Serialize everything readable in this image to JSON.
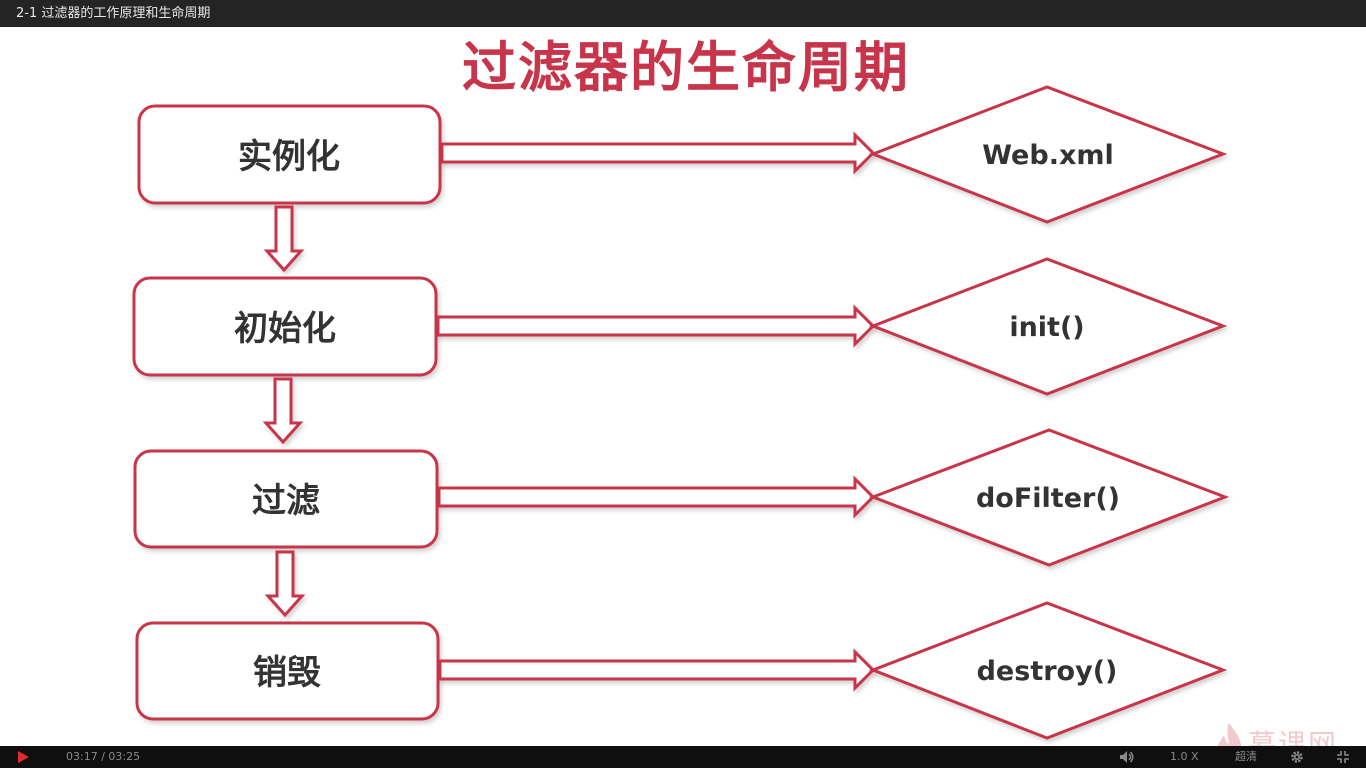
{
  "window": {
    "title": "2-1 过滤器的工作原理和生命周期"
  },
  "slide": {
    "title": "过滤器的生命周期",
    "stages": [
      {
        "label": "实例化"
      },
      {
        "label": "初始化"
      },
      {
        "label": "过滤"
      },
      {
        "label": "销毁"
      }
    ],
    "decisions": [
      {
        "label": "Web.xml"
      },
      {
        "label": "init()"
      },
      {
        "label": "doFilter()"
      },
      {
        "label": "destroy()"
      }
    ],
    "watermark": "慕课网"
  },
  "player": {
    "current_time": "03:17",
    "total_time": "03:25",
    "time_display": "03:17 / 03:25",
    "speed": "1.0 X",
    "quality": "超清",
    "progress": 0.961
  },
  "colors": {
    "accent": "#c8344a",
    "box_fill": "#ffffff",
    "topbar": "#242424",
    "controlbar": "#0f0f0f",
    "play": "#e32b2b"
  },
  "icons": {
    "play": "play-icon",
    "volume": "volume-icon",
    "settings": "gear-icon",
    "fullscreen": "fullscreen-icon",
    "logo": "flame-logo-icon"
  }
}
